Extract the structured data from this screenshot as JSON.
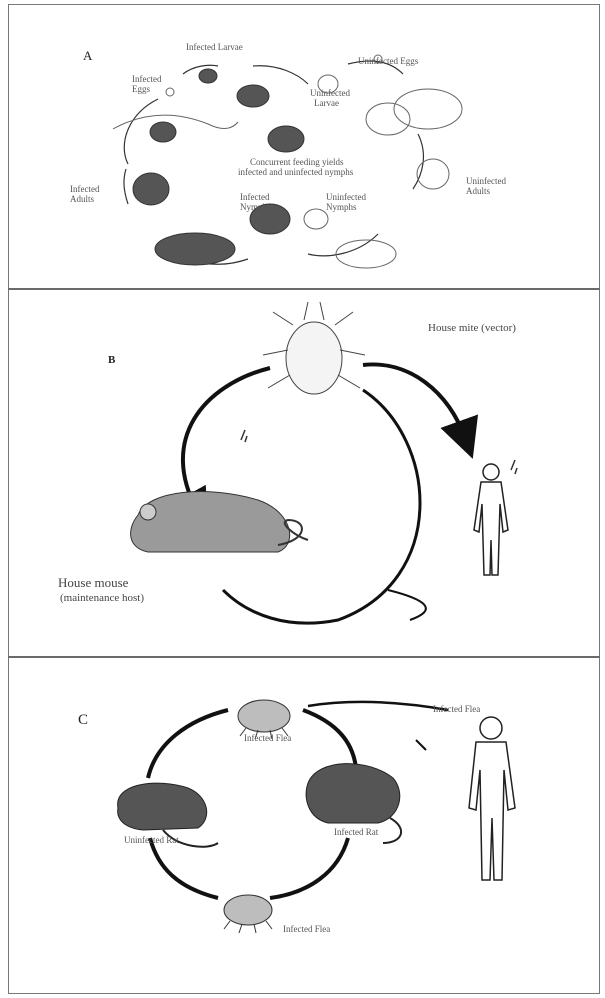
{
  "panel_a": {
    "letter": "A",
    "labels": {
      "infected_larvae": "Infected Larvae",
      "uninfected_eggs": "Uninfected Eggs",
      "infected_eggs_1": "Infected",
      "infected_eggs_2": "Eggs",
      "uninfected_larvae_1": "Uninfected",
      "uninfected_larvae_2": "Larvae",
      "cofeeding_1": "Concurrent feeding yields",
      "cofeeding_2": "infected and uninfected nymphs",
      "infected_adults_1": "Infected",
      "infected_adults_2": "Adults",
      "uninfected_adults_1": "Uninfected",
      "uninfected_adults_2": "Adults",
      "infected_nymphs_1": "Infected",
      "infected_nymphs_2": "Nymphs",
      "uninfected_nymphs_1": "Uninfected",
      "uninfected_nymphs_2": "Nymphs"
    }
  },
  "panel_b": {
    "letter": "B",
    "vector_label": "House mite (vector)",
    "host_label": "House mouse",
    "host_sublabel": "(maintenance host)"
  },
  "panel_c": {
    "letter": "C",
    "labels": {
      "infected_flea_top": "Infected Flea",
      "infected_flea_right": "Infected Flea",
      "infected_rat": "Infected Rat",
      "uninfected_rat": "Uninfected Rat",
      "infected_flea_bottom": "Infected Flea"
    }
  }
}
